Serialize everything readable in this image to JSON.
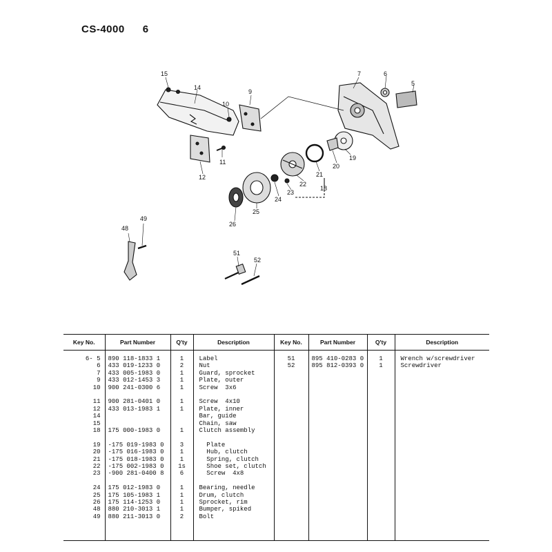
{
  "header": {
    "model": "CS-4000",
    "page": "6"
  },
  "diagram": {
    "callouts": [
      "5",
      "6",
      "7",
      "9",
      "10",
      "11",
      "12",
      "14",
      "15",
      "18",
      "19",
      "20",
      "21",
      "22",
      "23",
      "24",
      "25",
      "26",
      "48",
      "49",
      "51",
      "52"
    ]
  },
  "table": {
    "headers": [
      "Key No.",
      "Part Number",
      "Q'ty",
      "Description",
      "Key No.",
      "Part Number",
      "Q'ty",
      "Description"
    ],
    "left_groups": [
      [
        {
          "key": "6- 5",
          "part": "890 118-1833 1",
          "qty": "1",
          "desc": "Label"
        },
        {
          "key": "6",
          "part": "433 019-1233 0",
          "qty": "2",
          "desc": "Nut"
        },
        {
          "key": "7",
          "part": "433 005-1983 0",
          "qty": "1",
          "desc": "Guard, sprocket"
        },
        {
          "key": "9",
          "part": "433 012-1453 3",
          "qty": "1",
          "desc": "Plate, outer"
        },
        {
          "key": "10",
          "part": "900 241-0300 6",
          "qty": "1",
          "desc": "Screw  3x6"
        }
      ],
      [
        {
          "key": "11",
          "part": "900 281-0401 0",
          "qty": "1",
          "desc": "Screw  4x10"
        },
        {
          "key": "12",
          "part": "433 013-1983 1",
          "qty": "1",
          "desc": "Plate, inner"
        },
        {
          "key": "14",
          "part": "",
          "qty": "",
          "desc": "Bar, guide"
        },
        {
          "key": "15",
          "part": "",
          "qty": "",
          "desc": "Chain, saw"
        },
        {
          "key": "18",
          "part": "175 000-1983 0",
          "qty": "1",
          "desc": "Clutch assembly"
        }
      ],
      [
        {
          "key": "19",
          "part": "-175 019-1983 0",
          "qty": "3",
          "desc": "  Plate"
        },
        {
          "key": "20",
          "part": "-175 016-1983 0",
          "qty": "1",
          "desc": "  Hub, clutch"
        },
        {
          "key": "21",
          "part": "-175 018-1983 0",
          "qty": "1",
          "desc": "  Spring, clutch"
        },
        {
          "key": "22",
          "part": "-175 002-1983 0",
          "qty": "1s",
          "desc": "  Shoe set, clutch"
        },
        {
          "key": "23",
          "part": "-900 281-0400 8",
          "qty": "6",
          "desc": "  Screw  4x8"
        }
      ],
      [
        {
          "key": "24",
          "part": "175 012-1983 0",
          "qty": "1",
          "desc": "Bearing, needle"
        },
        {
          "key": "25",
          "part": "175 105-1983 1",
          "qty": "1",
          "desc": "Drum, clutch"
        },
        {
          "key": "26",
          "part": "175 114-1253 0",
          "qty": "1",
          "desc": "Sprocket, rim"
        },
        {
          "key": "48",
          "part": "880 210-3013 1",
          "qty": "1",
          "desc": "Bumper, spiked"
        },
        {
          "key": "49",
          "part": "880 211-3013 0",
          "qty": "2",
          "desc": "Bolt"
        }
      ]
    ],
    "right_groups": [
      [
        {
          "key": "51",
          "part": "895 410-0283 0",
          "qty": "1",
          "desc": "Wrench w/screwdriver"
        },
        {
          "key": "52",
          "part": "895 812-0393 0",
          "qty": "1",
          "desc": "Screwdriver"
        }
      ]
    ]
  }
}
